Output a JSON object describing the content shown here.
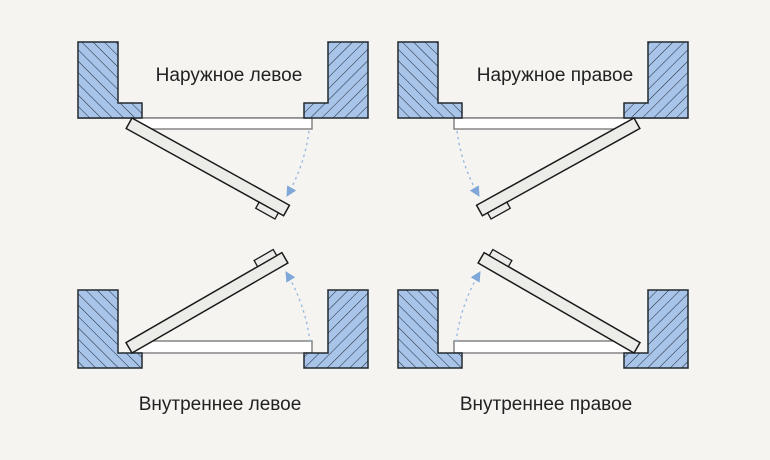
{
  "diagram": {
    "quadrants": [
      {
        "id": "outward-left",
        "label": "Наружное левое",
        "opening": "outward",
        "hinge_side": "left"
      },
      {
        "id": "outward-right",
        "label": "Наружное правое",
        "opening": "outward",
        "hinge_side": "right"
      },
      {
        "id": "inward-left",
        "label": "Внутреннее левое",
        "opening": "inward",
        "hinge_side": "left"
      },
      {
        "id": "inward-right",
        "label": "Внутреннее правое",
        "opening": "inward",
        "hinge_side": "right"
      }
    ],
    "colors": {
      "background": "#f5f4f1",
      "wall_fill": "#a8c4e8",
      "hatch_line": "#1c2734",
      "wall_outline": "#23292f",
      "frame_gray": "#7d7d7d",
      "door_fill": "#ecece9",
      "door_outline": "#1a1a1a",
      "swing_arc": "#93b6de",
      "arrowhead": "#7fa8d8",
      "text": "#222222"
    }
  }
}
